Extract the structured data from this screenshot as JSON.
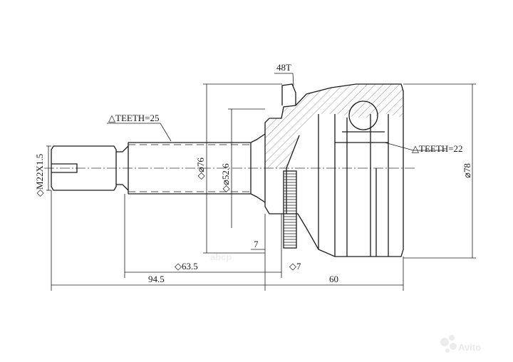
{
  "labels": {
    "teeth_outer": "48T",
    "teeth_shaft": "△TEETH=25",
    "teeth_inner": "△TEETH=22",
    "thread": "◇M22X1.5",
    "dia_76": "◇⌀76",
    "dia_52_6": "◇⌀52.6",
    "dia_78": "⌀78",
    "len_63_5": "◇63.5",
    "len_94_5": "94.5",
    "len_60": "60",
    "len_7a": "7",
    "len_7b": "◇7"
  },
  "watermarks": {
    "center": "abcp",
    "corner": "Avito"
  }
}
